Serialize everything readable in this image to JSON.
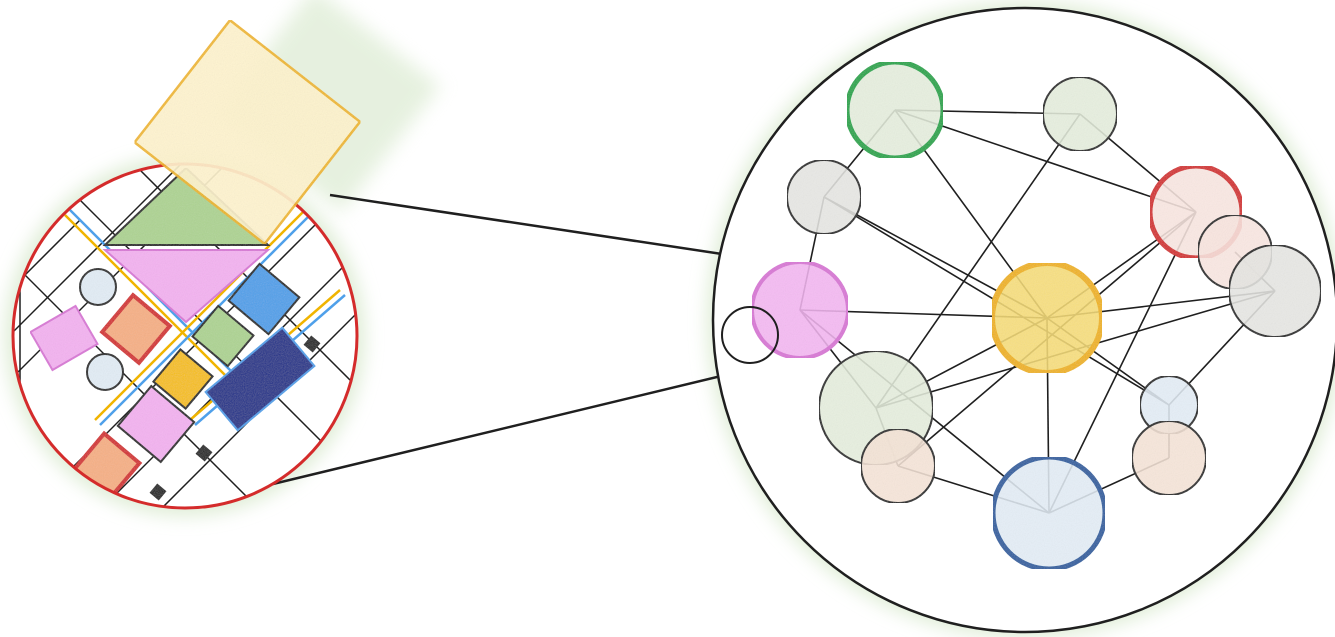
{
  "colors": {
    "background": "#ffffff",
    "glow": "#dcebd2",
    "outline": "#1f1f1f",
    "red": "#d42b2b",
    "green": "#1aa64a",
    "yellow_fill": "#f7dc6f",
    "yellow_border": "#f0b400",
    "pink_fill": "#f4b3f1",
    "pink_border": "#d977d6",
    "blue_border": "#2a5fa0",
    "navy": "#1f2f8a",
    "sky_blue": "#4fa0ea",
    "orange_fill": "#f7b085",
    "light_yellow": "#fff3cc",
    "light_green": "#aed493",
    "gold": "#f7c000",
    "node_gray": "#e6e6e2",
    "node_green": "#e5eedc",
    "node_peach": "#f6e4d6",
    "node_blue": "#e3edf6",
    "node_pale_red": "#f9e6e0"
  },
  "nodes": [
    {
      "id": "green",
      "fill": "node_green",
      "stroke": "green"
    },
    {
      "id": "gray-top-right",
      "fill": "node_green",
      "stroke": "outline"
    },
    {
      "id": "gray-left",
      "fill": "node_gray",
      "stroke": "outline"
    },
    {
      "id": "red",
      "fill": "node_pale_red",
      "stroke": "red"
    },
    {
      "id": "peach-overlap",
      "fill": "node_pale_red",
      "stroke": "outline"
    },
    {
      "id": "gray-right",
      "fill": "node_gray",
      "stroke": "outline"
    },
    {
      "id": "pink",
      "fill": "pink_fill",
      "stroke": "pink_border"
    },
    {
      "id": "hollow",
      "fill": "none",
      "stroke": "outline"
    },
    {
      "id": "yellow",
      "fill": "yellow_fill",
      "stroke": "yellow_border"
    },
    {
      "id": "big-green",
      "fill": "node_green",
      "stroke": "outline"
    },
    {
      "id": "peach-bottom-left",
      "fill": "node_peach",
      "stroke": "outline"
    },
    {
      "id": "small-blue",
      "fill": "node_blue",
      "stroke": "outline"
    },
    {
      "id": "peach-bottom-right",
      "fill": "node_peach",
      "stroke": "outline"
    },
    {
      "id": "blue",
      "fill": "node_blue",
      "stroke": "blue_border"
    }
  ],
  "edges": [
    [
      "green",
      "gray-top-right"
    ],
    [
      "green",
      "gray-left"
    ],
    [
      "green",
      "red"
    ],
    [
      "green",
      "yellow"
    ],
    [
      "gray-top-right",
      "red"
    ],
    [
      "gray-top-right",
      "big-green"
    ],
    [
      "gray-left",
      "pink"
    ],
    [
      "gray-left",
      "yellow"
    ],
    [
      "gray-left",
      "small-blue"
    ],
    [
      "red",
      "yellow"
    ],
    [
      "red",
      "blue"
    ],
    [
      "red",
      "peach-bottom-left"
    ],
    [
      "gray-right",
      "yellow"
    ],
    [
      "gray-right",
      "small-blue"
    ],
    [
      "gray-right",
      "big-green"
    ],
    [
      "pink",
      "yellow"
    ],
    [
      "pink",
      "big-green"
    ],
    [
      "pink",
      "blue"
    ],
    [
      "yellow",
      "big-green"
    ],
    [
      "yellow",
      "blue"
    ],
    [
      "yellow",
      "small-blue"
    ],
    [
      "big-green",
      "peach-bottom-left"
    ],
    [
      "peach-bottom-left",
      "blue"
    ],
    [
      "small-blue",
      "peach-bottom-right"
    ],
    [
      "blue",
      "peach-bottom-right"
    ],
    [
      "peach-overlap",
      "gray-right"
    ]
  ]
}
